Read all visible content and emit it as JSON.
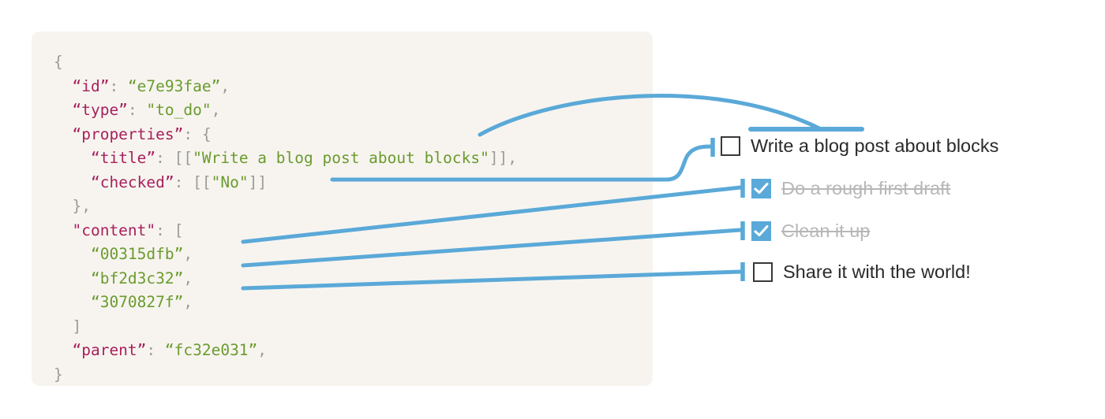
{
  "panel": {
    "background_color": "#f7f4ef",
    "code_lines": [
      [
        {
          "t": "{",
          "c": "pun"
        }
      ],
      [
        {
          "t": "  ",
          "c": "pun"
        },
        {
          "t": "“id”",
          "c": "key"
        },
        {
          "t": ": ",
          "c": "pun"
        },
        {
          "t": "“e7e93fae”",
          "c": "str"
        },
        {
          "t": ",",
          "c": "pun"
        }
      ],
      [
        {
          "t": "  ",
          "c": "pun"
        },
        {
          "t": "“type”",
          "c": "key"
        },
        {
          "t": ": ",
          "c": "pun"
        },
        {
          "t": "\"to_do\"",
          "c": "str"
        },
        {
          "t": ",",
          "c": "pun"
        }
      ],
      [
        {
          "t": "  ",
          "c": "pun"
        },
        {
          "t": "“properties”",
          "c": "key"
        },
        {
          "t": ": ",
          "c": "pun"
        },
        {
          "t": "{",
          "c": "pun"
        }
      ],
      [
        {
          "t": "    ",
          "c": "pun"
        },
        {
          "t": "“title”",
          "c": "key"
        },
        {
          "t": ": ",
          "c": "pun"
        },
        {
          "t": "[[",
          "c": "brk"
        },
        {
          "t": "\"Write a blog post about blocks\"",
          "c": "str"
        },
        {
          "t": "]]",
          "c": "brk"
        },
        {
          "t": ",",
          "c": "pun"
        }
      ],
      [
        {
          "t": "    ",
          "c": "pun"
        },
        {
          "t": "“checked”",
          "c": "key"
        },
        {
          "t": ": ",
          "c": "pun"
        },
        {
          "t": "[[",
          "c": "brk"
        },
        {
          "t": "\"No\"",
          "c": "str"
        },
        {
          "t": "]]",
          "c": "brk"
        }
      ],
      [
        {
          "t": "  },",
          "c": "pun"
        }
      ],
      [
        {
          "t": "  ",
          "c": "pun"
        },
        {
          "t": "\"content\"",
          "c": "key"
        },
        {
          "t": ": ",
          "c": "pun"
        },
        {
          "t": "[",
          "c": "brk"
        }
      ],
      [
        {
          "t": "    ",
          "c": "pun"
        },
        {
          "t": "“00315dfb”",
          "c": "str"
        },
        {
          "t": ",",
          "c": "pun"
        }
      ],
      [
        {
          "t": "    ",
          "c": "pun"
        },
        {
          "t": "“bf2d3c32”",
          "c": "str"
        },
        {
          "t": ",",
          "c": "pun"
        }
      ],
      [
        {
          "t": "    ",
          "c": "pun"
        },
        {
          "t": "“3070827f”",
          "c": "str"
        },
        {
          "t": ",",
          "c": "pun"
        }
      ],
      [
        {
          "t": "  ]",
          "c": "brk"
        }
      ],
      [
        {
          "t": "  ",
          "c": "pun"
        },
        {
          "t": "“parent”",
          "c": "key"
        },
        {
          "t": ": ",
          "c": "pun"
        },
        {
          "t": "“fc32e031”",
          "c": "str"
        },
        {
          "t": ",",
          "c": "pun"
        }
      ],
      [
        {
          "t": "}",
          "c": "pun"
        }
      ]
    ],
    "code_plain_text": "{\n  “id”: “e7e93fae”,\n  “type”: \"to_do\",\n  “properties”: {\n    “title”: [[\"Write a blog post about blocks\"]],\n    “checked”: [[\"No\"]]\n  },\n  \"content\": [\n    “00315dfb”,\n    “bf2d3c32”,\n    “3070827f”,\n  ]\n  “parent”: “fc32e031”,\n}",
    "syntax_colors": {
      "key": "#a8205e",
      "string": "#6a9b2e",
      "punctuation": "#9b9b9b"
    }
  },
  "checklist": {
    "items": [
      {
        "label": "Write a blog post about blocks",
        "checked": false,
        "id_ref": "e7e93fae",
        "source_field": "title"
      },
      {
        "label": "Do a rough first draft",
        "checked": true,
        "id_ref": "00315dfb",
        "source_field": "content[0]"
      },
      {
        "label": "Clean it up",
        "checked": true,
        "id_ref": "bf2d3c32",
        "source_field": "content[1]"
      },
      {
        "label": "Share it with the world!",
        "checked": false,
        "id_ref": "3070827f",
        "source_field": "content[2]"
      }
    ]
  },
  "annotation": {
    "connector_color": "#5aa9d8",
    "checkbox_checked_color": "#5aa9d8",
    "checkbox_border_color": "#38383a",
    "done_text_color": "#b7b7b7",
    "active_text_color": "#2a2a2a"
  }
}
